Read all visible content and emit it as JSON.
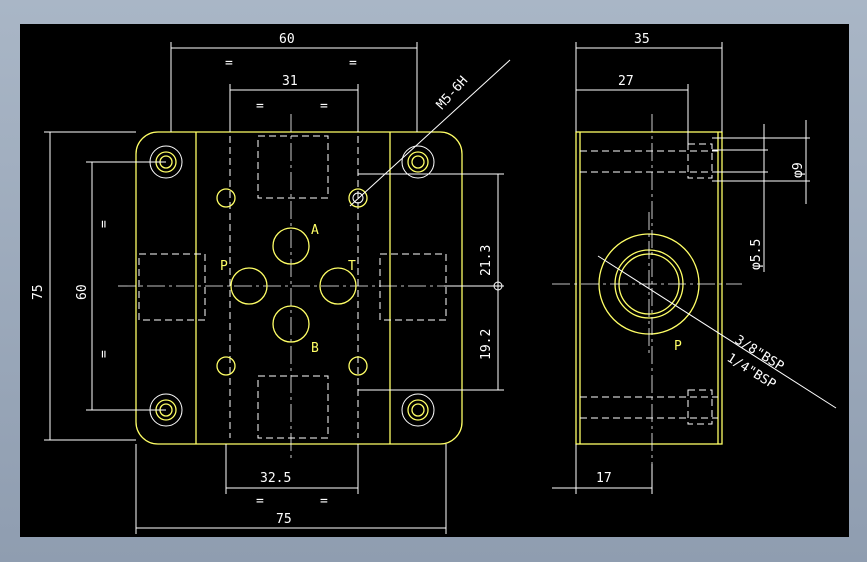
{
  "colors": {
    "background": "#000000",
    "outline": "#ffff66",
    "annotation": "#ffffff",
    "frame": "#98a6b8"
  },
  "front_view": {
    "dims": {
      "top_outer": "60",
      "top_inner": "31",
      "bottom_inner": "32.5",
      "bottom_outer": "75",
      "left_outer": "75",
      "left_inner": "60",
      "right_upper": "21.3",
      "right_lower": "19.2"
    },
    "equal_mark": "=",
    "thread_note": "M5-6H",
    "ports": {
      "a": "A",
      "b": "B",
      "p": "P",
      "t": "T"
    }
  },
  "side_view": {
    "dims": {
      "top_outer": "35",
      "top_inner": "27",
      "bottom": "17",
      "phi9": "φ9",
      "phi55": "φ5.5"
    },
    "notes": {
      "bsp1": "3/8\"BSP",
      "bsp2": "1/4\"BSP"
    },
    "port": "P"
  }
}
